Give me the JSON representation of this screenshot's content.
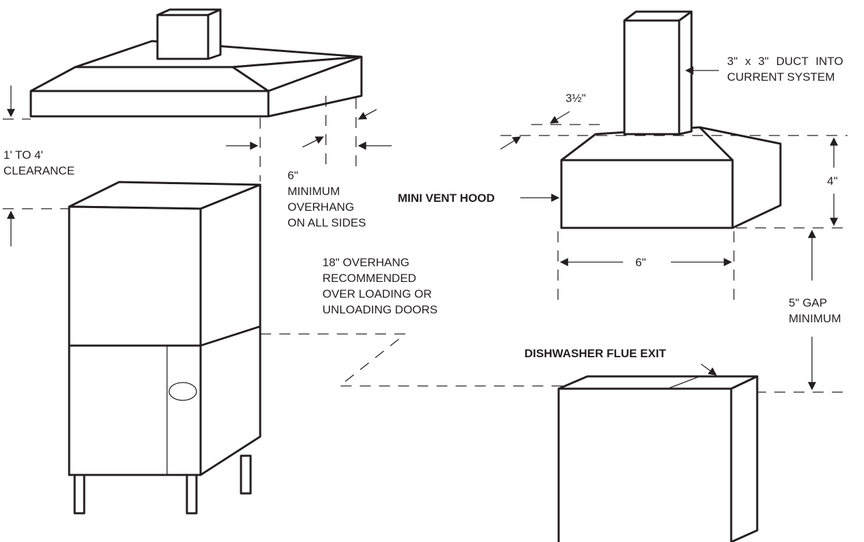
{
  "colors": {
    "line": "#231f20",
    "background": "#ffffff",
    "button": "#cccccc"
  },
  "labels": {
    "clearance": [
      "1' TO 4'",
      "CLEARANCE"
    ],
    "min_overhang": [
      "6\"",
      "MINIMUM",
      "OVERHANG",
      "ON ALL SIDES"
    ],
    "recommended_overhang": [
      "18\" OVERHANG",
      "RECOMMENDED",
      "OVER LOADING OR",
      "UNLOADING DOORS"
    ],
    "duct": [
      "3\" x 3\" DUCT INTO",
      "CURRENT SYSTEM"
    ],
    "lip": "3½\"",
    "hood_height": "4\"",
    "hood_width": "6\"",
    "mini_vent_hood": "MINI VENT HOOD",
    "gap": [
      "5\" GAP",
      "MINIMUM"
    ],
    "flue_exit": "DISHWASHER FLUE EXIT"
  }
}
